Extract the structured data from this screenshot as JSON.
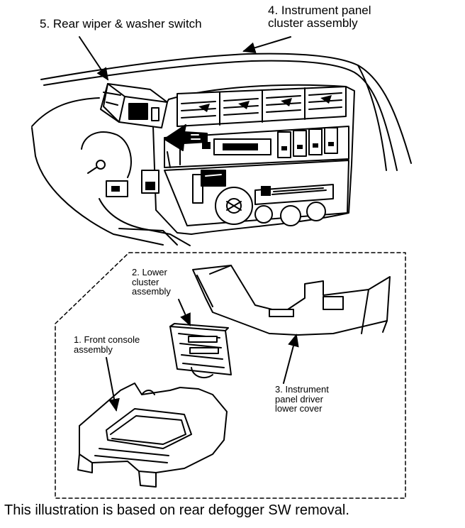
{
  "labels": {
    "rear_wiper_switch": "5. Rear wiper & washer switch",
    "instrument_panel_cluster": "4. Instrument panel\ncluster assembly",
    "lower_cluster": "2. Lower\ncluster\nassembly",
    "front_console": "1. Front console\nassembly",
    "driver_lower_cover": "3. Instrument\npanel driver\nlower cover"
  },
  "caption": "This illustration is based on rear defogger SW removal."
}
